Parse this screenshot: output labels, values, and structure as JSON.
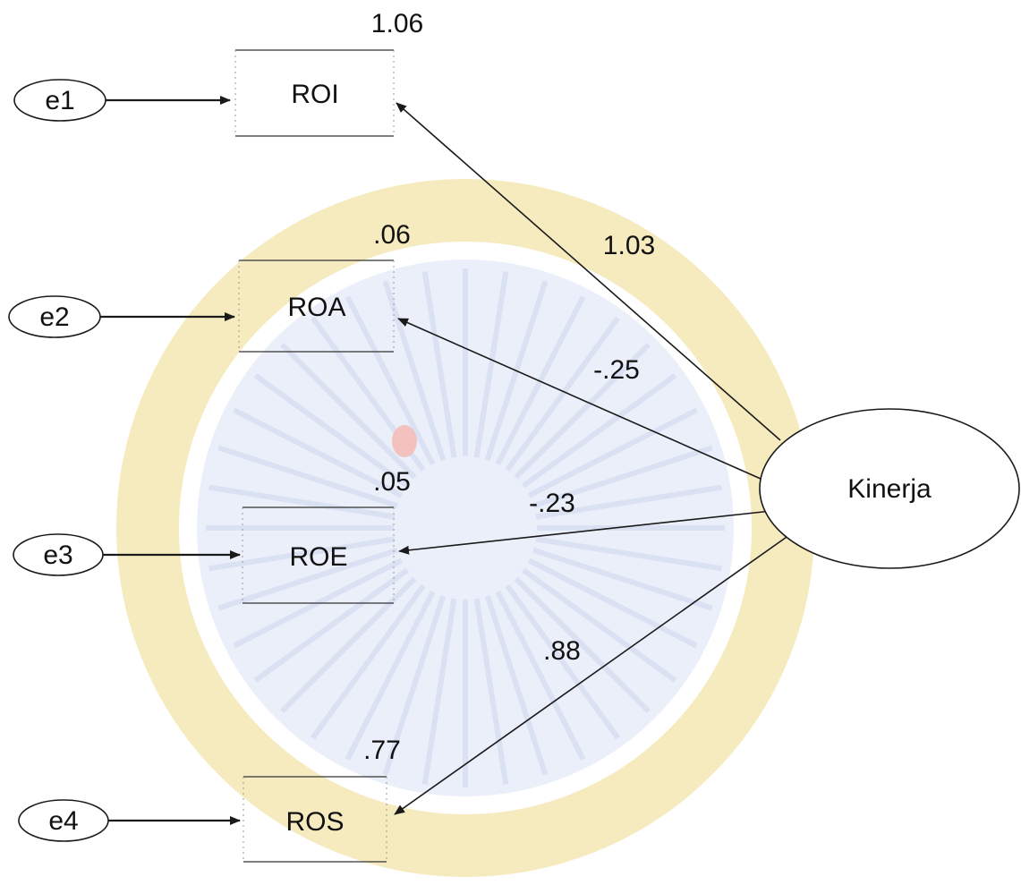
{
  "latent": {
    "label": "Kinerja"
  },
  "errors": [
    {
      "id": "e1",
      "label": "e1"
    },
    {
      "id": "e2",
      "label": "e2"
    },
    {
      "id": "e3",
      "label": "e3"
    },
    {
      "id": "e4",
      "label": "e4"
    }
  ],
  "indicators": [
    {
      "label": "ROI",
      "variance": "1.06",
      "loading": "1.03"
    },
    {
      "label": "ROA",
      "variance": ".06",
      "loading": "-.25"
    },
    {
      "label": "ROE",
      "variance": ".05",
      "loading": "-.23"
    },
    {
      "label": "ROS",
      "variance": ".77",
      "loading": ".88"
    }
  ],
  "watermark": {
    "ring_color": "#f5e8b4",
    "inner_color": "#d4dcf2",
    "accent_color": "#f2b7b3"
  }
}
